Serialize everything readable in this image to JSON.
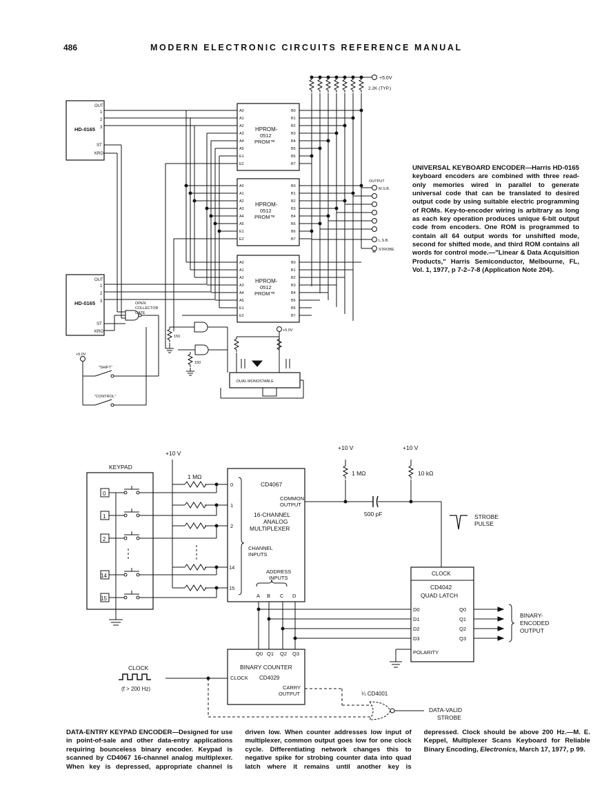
{
  "header": {
    "page_number": "486",
    "running_title": "MODERN ELECTRONIC CIRCUITS REFERENCE MANUAL"
  },
  "figure1": {
    "supply": "+5.0V",
    "pullups": "2.2K (TYP.)",
    "encoder_label": "HD-0165",
    "encoder_pins": [
      "OUT",
      "1",
      "2",
      "3",
      "ST",
      "KRO"
    ],
    "rom": {
      "name": "HPROM-",
      "number": "0512",
      "type": "PROM™",
      "addr_pins": [
        "A0",
        "A1",
        "A2",
        "A3",
        "A4",
        "A5",
        "E1",
        "E2"
      ],
      "out_pins": [
        "B0",
        "B1",
        "B2",
        "B3",
        "B4",
        "B5",
        "B6",
        "B7"
      ]
    },
    "output": "OUTPUT",
    "msb": "M.S.B.",
    "lsb": "L.S.B.",
    "strobe": "STROBE",
    "open_collector_gate": [
      "OPEN",
      "COLLECTOR",
      "GATE"
    ],
    "resistor_150": "150",
    "shift": "\"SHIFT\"",
    "control": "\"CONTROL\"",
    "monostable": "DUAL MONOSTABLE"
  },
  "caption1": {
    "headline": "UNIVERSAL KEYBOARD ENCODER",
    "body": "—Harris HD-0165 keyboard encoders are combined with three read-only memories wired in parallel to generate universal code that can be translated to desired output code by using suitable electric programming of ROMs. Key-to-encoder wiring is arbitrary as long as each key operation produces unique 6-bit output code from encoders. One ROM is programmed to contain all 64 output words for unshifted mode, second for shifted mode, and third ROM contains all words for control mode.—\"Linear & Data Acquisition Products,\" Harris Semiconductor, Melbourne, FL, Vol. 1, 1977, p 7-2–7-8 (Application Note 204)."
  },
  "figure2": {
    "keypad": "KEYPAD",
    "keys": [
      "0",
      "1",
      "2",
      "14",
      "15"
    ],
    "supply_10v": "+10 V",
    "r_1m": "1 MΩ",
    "r_10k": "10 kΩ",
    "mux": {
      "name": "CD4067",
      "common": "COMMON",
      "output": "OUTPUT",
      "line1": "16-CHANNEL",
      "line2": "ANALOG",
      "line3": "MULTIPLEXER",
      "channel": "CHANNEL",
      "inputs": "INPUTS",
      "address": "ADDRESS",
      "address_inputs": "INPUTS",
      "channels": [
        "0",
        "1",
        "2",
        "14",
        "15"
      ],
      "addr_pins": [
        "A",
        "B",
        "C",
        "D"
      ]
    },
    "cap": "500 pF",
    "strobe_pulse": [
      "STROBE",
      "PULSE"
    ],
    "latch": {
      "clock": "CLOCK",
      "name": "CD4042",
      "desc": "QUAD LATCH",
      "d_pins": [
        "D0",
        "D1",
        "D2",
        "D3"
      ],
      "q_pins": [
        "Q0",
        "Q1",
        "Q2",
        "Q3"
      ],
      "polarity": "POLARITY"
    },
    "binary_out": [
      "BINARY-",
      "ENCODED",
      "OUTPUT"
    ],
    "counter": {
      "q_pins": [
        "Q0",
        "Q1",
        "Q2",
        "Q3"
      ],
      "name": "BINARY COUNTER",
      "clock": "CLOCK",
      "part": "CD4029",
      "carry": "CARRY",
      "output": "OUTPUT"
    },
    "clock_label": "CLOCK",
    "clock_freq": "(f > 200 Hz)",
    "nor": "¼ CD4001",
    "data_valid": [
      "DATA-VALID",
      "STROBE"
    ]
  },
  "caption2": {
    "headline": "DATA-ENTRY KEYPAD ENCODER",
    "body": "—Designed for use in point-of-sale and other data-entry applications requiring bounceless binary encoder. Keypad is scanned by CD4067 16-channel analog multiplexer. When key is depressed, appropriate channel is driven low. When counter addresses low input of multiplexer, common output goes low for one clock cycle. Differentiating network changes this to negative spike for strobing counter data into quad latch where it remains until another key is depressed. Clock should be above 200 Hz.—M. E. Keppel, Multiplexer Scans Keyboard for Reliable Binary Encoding, ",
    "journal": "Electronics,",
    "cite_end": " March 17, 1977, p 99."
  }
}
